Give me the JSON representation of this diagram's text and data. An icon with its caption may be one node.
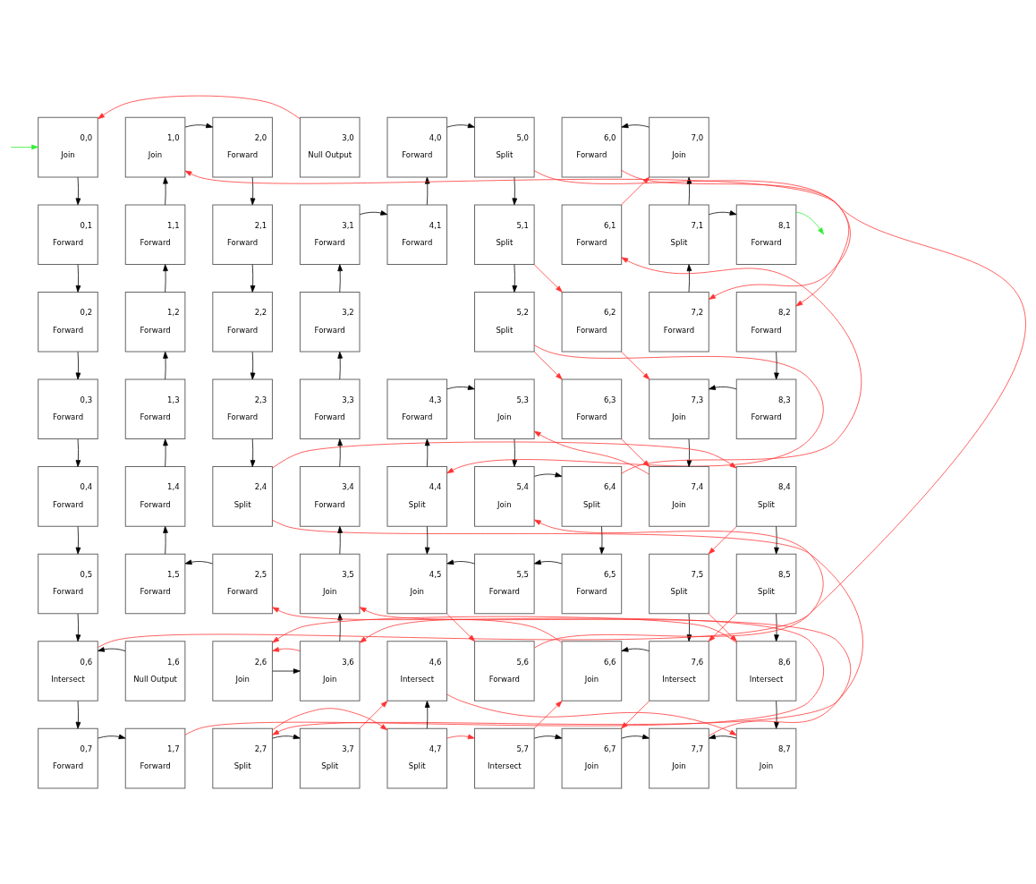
{
  "diagram": {
    "nodes": [
      {
        "text": [
          "0,0",
          "Join"
        ]
      },
      {
        "text": [
          "1,0",
          "Join"
        ]
      },
      {
        "text": [
          "2,0",
          "Forward"
        ]
      },
      {
        "text": [
          "3,0",
          "Null Output"
        ]
      },
      {
        "text": [
          "4,0",
          "Forward"
        ]
      },
      {
        "text": [
          "5,0",
          "Split"
        ]
      },
      {
        "text": [
          "6,0",
          "Forward"
        ]
      },
      {
        "text": [
          "7,0",
          "Join"
        ]
      },
      {
        "text": [
          "0,1",
          "Forward"
        ]
      },
      {
        "text": [
          "1,1",
          "Forward"
        ]
      },
      {
        "text": [
          "2,1",
          "Forward"
        ]
      },
      {
        "text": [
          "3,1",
          "Forward"
        ]
      },
      {
        "text": [
          "4,1",
          "Forward"
        ]
      },
      {
        "text": [
          "5,1",
          "Split"
        ]
      },
      {
        "text": [
          "6,1",
          "Forward"
        ]
      },
      {
        "text": [
          "7,1",
          "Split"
        ]
      },
      {
        "text": [
          "8,1",
          "Forward"
        ]
      },
      {
        "text": [
          "0,2",
          "Forward"
        ]
      },
      {
        "text": [
          "1,2",
          "Forward"
        ]
      },
      {
        "text": [
          "2,2",
          "Forward"
        ]
      },
      {
        "text": [
          "3,2",
          "Forward"
        ]
      },
      {
        "text": [
          "5,2",
          "Split"
        ]
      },
      {
        "text": [
          "6,2",
          "Forward"
        ]
      },
      {
        "text": [
          "7,2",
          "Forward"
        ]
      },
      {
        "text": [
          "8,2",
          "Forward"
        ]
      },
      {
        "text": [
          "0,3",
          "Forward"
        ]
      },
      {
        "text": [
          "1,3",
          "Forward"
        ]
      },
      {
        "text": [
          "2,3",
          "Forward"
        ]
      },
      {
        "text": [
          "3,3",
          "Forward"
        ]
      },
      {
        "text": [
          "4,3",
          "Forward"
        ]
      },
      {
        "text": [
          "5,3",
          "Join"
        ]
      },
      {
        "text": [
          "6,3",
          "Forward"
        ]
      },
      {
        "text": [
          "7,3",
          "Join"
        ]
      },
      {
        "text": [
          "8,3",
          "Forward"
        ]
      },
      {
        "text": [
          "0,4",
          "Forward"
        ]
      },
      {
        "text": [
          "1,4",
          "Forward"
        ]
      },
      {
        "text": [
          "2,4",
          "Split"
        ]
      },
      {
        "text": [
          "3,4",
          "Forward"
        ]
      },
      {
        "text": [
          "4,4",
          "Split"
        ]
      },
      {
        "text": [
          "5,4",
          "Join"
        ]
      },
      {
        "text": [
          "6,4",
          "Split"
        ]
      },
      {
        "text": [
          "7,4",
          "Join"
        ]
      },
      {
        "text": [
          "8,4",
          "Split"
        ]
      },
      {
        "text": [
          "0,5",
          "Forward"
        ]
      },
      {
        "text": [
          "1,5",
          "Forward"
        ]
      },
      {
        "text": [
          "2,5",
          "Forward"
        ]
      },
      {
        "text": [
          "3,5",
          "Join"
        ]
      },
      {
        "text": [
          "4,5",
          "Join"
        ]
      },
      {
        "text": [
          "5,5",
          "Forward"
        ]
      },
      {
        "text": [
          "6,5",
          "Forward"
        ]
      },
      {
        "text": [
          "7,5",
          "Split"
        ]
      },
      {
        "text": [
          "8,5",
          "Split"
        ]
      },
      {
        "text": [
          "0,6",
          "Intersect"
        ]
      },
      {
        "text": [
          "1,6",
          "Null Output"
        ]
      },
      {
        "text": [
          "2,6",
          "Join"
        ]
      },
      {
        "text": [
          "3,6",
          "Join"
        ]
      },
      {
        "text": [
          "4,6",
          "Intersect"
        ]
      },
      {
        "text": [
          "5,6",
          "Forward"
        ]
      },
      {
        "text": [
          "6,6",
          "Join"
        ]
      },
      {
        "text": [
          "7,6",
          "Intersect"
        ]
      },
      {
        "text": [
          "8,6",
          "Intersect"
        ]
      },
      {
        "text": [
          "0,7",
          "Forward"
        ]
      },
      {
        "text": [
          "1,7",
          "Forward"
        ]
      },
      {
        "text": [
          "2,7",
          "Split"
        ]
      },
      {
        "text": [
          "3,7",
          "Split"
        ]
      },
      {
        "text": [
          "4,7",
          "Split"
        ]
      },
      {
        "text": [
          "5,7",
          "Intersect"
        ]
      },
      {
        "text": [
          "6,7",
          "Join"
        ]
      },
      {
        "text": [
          "7,7",
          "Join"
        ]
      },
      {
        "text": [
          "8,7",
          "Join"
        ]
      }
    ],
    "edges": [
      {
        "from": null,
        "to": 0,
        "arrow": "to",
        "color": "#33ee33"
      },
      {
        "from": 16,
        "to": null,
        "arrow": "to",
        "color": "#33ee33"
      },
      {
        "from": 0,
        "to": 8,
        "arrow": "to"
      },
      {
        "from": 8,
        "to": 17,
        "arrow": "to"
      },
      {
        "from": 17,
        "to": 25,
        "arrow": "to"
      },
      {
        "from": 25,
        "to": 34,
        "arrow": "to"
      },
      {
        "from": 34,
        "to": 43,
        "arrow": "to"
      },
      {
        "from": 43,
        "to": 52,
        "arrow": "to"
      },
      {
        "from": 52,
        "to": 61,
        "arrow": "to"
      },
      {
        "from": 61,
        "to": 62,
        "arrow": "to"
      },
      {
        "from": 53,
        "to": 52,
        "arrow": "to"
      },
      {
        "from": 9,
        "to": 1,
        "arrow": "to"
      },
      {
        "from": 18,
        "to": 9,
        "arrow": "to"
      },
      {
        "from": 26,
        "to": 18,
        "arrow": "to"
      },
      {
        "from": 35,
        "to": 26,
        "arrow": "to"
      },
      {
        "from": 44,
        "to": 35,
        "arrow": "to"
      },
      {
        "from": 45,
        "to": 44,
        "arrow": "to"
      },
      {
        "from": 1,
        "to": 2,
        "arrow": "to"
      },
      {
        "from": 2,
        "to": 10,
        "arrow": "to"
      },
      {
        "from": 10,
        "to": 19,
        "arrow": "to"
      },
      {
        "from": 19,
        "to": 27,
        "arrow": "to"
      },
      {
        "from": 27,
        "to": 36,
        "arrow": "to"
      },
      {
        "from": 11,
        "to": 12,
        "arrow": "to"
      },
      {
        "from": 20,
        "to": 11,
        "arrow": "to"
      },
      {
        "from": 28,
        "to": 20,
        "arrow": "to"
      },
      {
        "from": 37,
        "to": 28,
        "arrow": "to"
      },
      {
        "from": 46,
        "to": 37,
        "arrow": "to"
      },
      {
        "from": 55,
        "to": 46,
        "arrow": "to"
      },
      {
        "from": 12,
        "to": 4,
        "arrow": "to"
      },
      {
        "from": 4,
        "to": 5,
        "arrow": "to"
      },
      {
        "from": 5,
        "to": 13,
        "arrow": "to"
      },
      {
        "from": 13,
        "to": 21,
        "arrow": "to"
      },
      {
        "from": 7,
        "to": 6,
        "arrow": "to"
      },
      {
        "from": 15,
        "to": 7,
        "arrow": "to"
      },
      {
        "from": 15,
        "to": 16,
        "arrow": "to"
      },
      {
        "from": 23,
        "to": 15,
        "arrow": "to"
      },
      {
        "from": 24,
        "to": 33,
        "arrow": "to"
      },
      {
        "from": 33,
        "to": 32,
        "arrow": "to"
      },
      {
        "from": 32,
        "to": 41,
        "arrow": "to"
      },
      {
        "from": 29,
        "to": 30,
        "arrow": "to"
      },
      {
        "from": 38,
        "to": 29,
        "arrow": "to"
      },
      {
        "from": 30,
        "to": 39,
        "arrow": "to"
      },
      {
        "from": 38,
        "to": 47,
        "arrow": "to"
      },
      {
        "from": 39,
        "to": 40,
        "arrow": "to"
      },
      {
        "from": 40,
        "to": 49,
        "arrow": "to"
      },
      {
        "from": 49,
        "to": 48,
        "arrow": "to"
      },
      {
        "from": 48,
        "to": 47,
        "arrow": "to"
      },
      {
        "from": 42,
        "to": 51,
        "arrow": "to"
      },
      {
        "from": 51,
        "to": 60,
        "arrow": "to"
      },
      {
        "from": 60,
        "to": 69,
        "arrow": "to"
      },
      {
        "from": 69,
        "to": 68,
        "arrow": "to"
      },
      {
        "from": 50,
        "to": 59,
        "arrow": "to"
      },
      {
        "from": 59,
        "to": 58,
        "arrow": "to"
      },
      {
        "from": 65,
        "to": 56,
        "arrow": "to"
      },
      {
        "from": 63,
        "to": 64,
        "arrow": "to"
      },
      {
        "from": 66,
        "to": 67,
        "arrow": "to"
      },
      {
        "from": 67,
        "to": 68,
        "arrow": "to"
      },
      {
        "from": 54,
        "to": 55,
        "arrow": "to"
      },
      {
        "from": 3,
        "to": 0,
        "arrow": "to",
        "color": "#ff3333"
      },
      {
        "from": 52,
        "to": 1,
        "arrow": "to",
        "color": "#ff3333"
      },
      {
        "from": 5,
        "to": 24,
        "arrow": "to",
        "color": "#ff3333"
      },
      {
        "from": 6,
        "to": 23,
        "arrow": "to",
        "color": "#ff3333"
      },
      {
        "from": 14,
        "to": 7,
        "arrow": "to",
        "color": "#ff3333"
      },
      {
        "from": 13,
        "to": 22,
        "arrow": "to",
        "color": "#ff3333"
      },
      {
        "from": 21,
        "to": 31,
        "arrow": "to",
        "color": "#ff3333"
      },
      {
        "from": 22,
        "to": 32,
        "arrow": "to",
        "color": "#ff3333"
      },
      {
        "from": 21,
        "to": 38,
        "arrow": "to",
        "color": "#ff3333"
      },
      {
        "from": 31,
        "to": 41,
        "arrow": "to",
        "color": "#ff3333"
      },
      {
        "from": 41,
        "to": 30,
        "arrow": "to",
        "color": "#ff3333"
      },
      {
        "from": 40,
        "to": 14,
        "arrow": "to",
        "color": "#ff3333"
      },
      {
        "from": 36,
        "to": 42,
        "arrow": "to",
        "color": "#ff3333"
      },
      {
        "from": 36,
        "to": 63,
        "arrow": "to",
        "color": "#ff3333"
      },
      {
        "from": 42,
        "to": 50,
        "arrow": "to",
        "color": "#ff3333"
      },
      {
        "from": 50,
        "to": 60,
        "arrow": "to",
        "color": "#ff3333"
      },
      {
        "from": 51,
        "to": 59,
        "arrow": "to",
        "color": "#ff3333"
      },
      {
        "from": 59,
        "to": 67,
        "arrow": "to",
        "color": "#ff3333"
      },
      {
        "from": 47,
        "to": 57,
        "arrow": "to",
        "color": "#ff3333"
      },
      {
        "from": 57,
        "to": 39,
        "arrow": "to",
        "color": "#ff3333"
      },
      {
        "from": 68,
        "to": 46,
        "arrow": "to",
        "color": "#ff3333"
      },
      {
        "from": 62,
        "to": 45,
        "arrow": "to",
        "color": "#ff3333"
      },
      {
        "from": 60,
        "to": 54,
        "arrow": "to",
        "color": "#ff3333"
      },
      {
        "from": 58,
        "to": 55,
        "arrow": "to",
        "color": "#ff3333"
      },
      {
        "from": 55,
        "to": 54,
        "arrow": "to",
        "color": "#ff3333"
      },
      {
        "from": 64,
        "to": 56,
        "arrow": "to",
        "color": "#ff3333"
      },
      {
        "from": 56,
        "to": 69,
        "arrow": "to",
        "color": "#ff3333"
      },
      {
        "from": 66,
        "to": 58,
        "arrow": "to",
        "color": "#ff3333"
      },
      {
        "from": 63,
        "to": 65,
        "arrow": "to",
        "color": "#ff3333"
      },
      {
        "from": 65,
        "to": 66,
        "arrow": "to",
        "color": "#ff3333"
      }
    ]
  }
}
